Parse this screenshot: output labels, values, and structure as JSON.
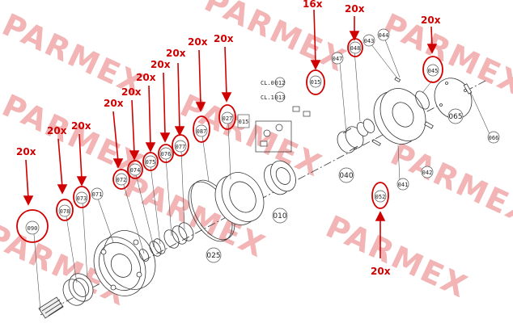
{
  "watermark": "PARMEX",
  "quantity_labels": [
    "20x",
    "20x",
    "20x",
    "20x",
    "20x",
    "20x",
    "20x",
    "20x",
    "20x",
    "16x",
    "20x",
    "20x",
    "20x",
    "20x"
  ],
  "part_numbers": {
    "p090": "090",
    "p078": "078",
    "p073": "073",
    "p071": "071",
    "p072": "072",
    "p074": "074",
    "p075": "075",
    "p076": "076",
    "p077": "077",
    "p087": "087",
    "p027": "027",
    "p015": "015",
    "p012": "012",
    "p013": "013",
    "p025": "025",
    "p010": "010",
    "p047": "047",
    "p048": "048",
    "p043": "043",
    "p044": "044",
    "p040": "040",
    "p052": "052",
    "p041": "041",
    "p045": "045",
    "p065": "065",
    "p066": "066",
    "p042": "042"
  },
  "config_labels": {
    "cl0": "CL.0",
    "cl1": "CL.1"
  },
  "colors": {
    "highlight": "#d00000",
    "line": "#333333",
    "watermark": "#f2b4b4"
  }
}
